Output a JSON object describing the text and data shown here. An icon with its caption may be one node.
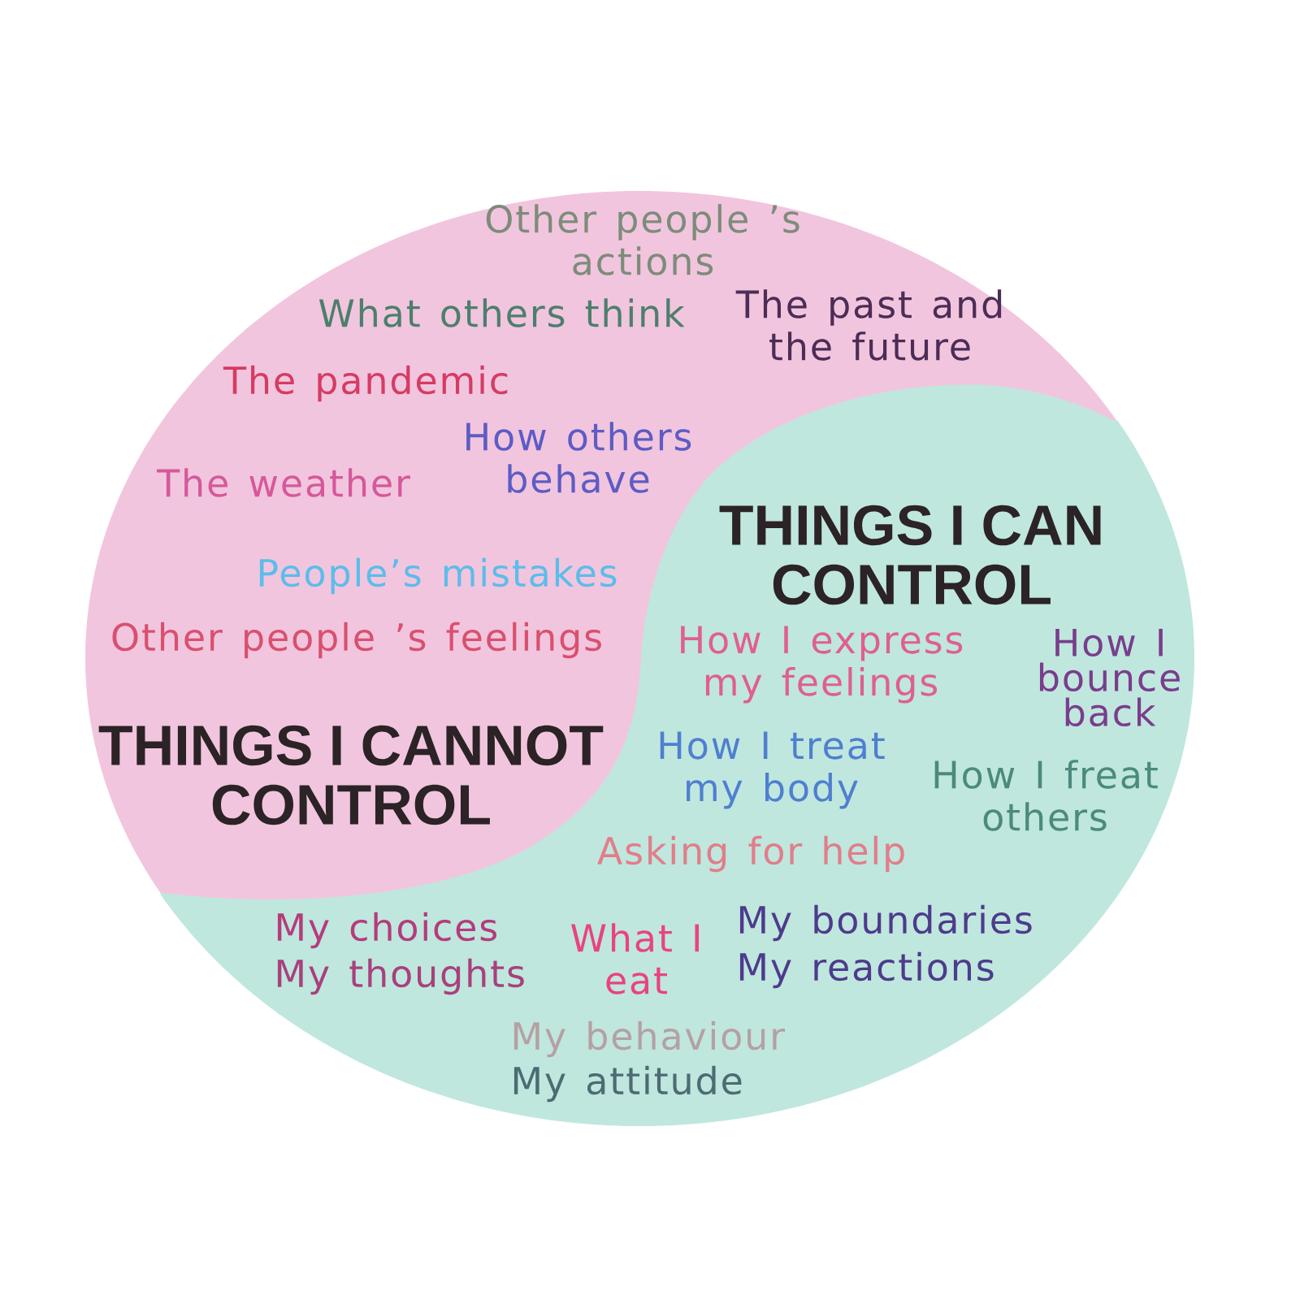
{
  "diagram": {
    "nodes": [
      {
        "text": [
          "THINGS I CANNOT CONTROL",
          "Other people ’s actions",
          "What others think",
          "The past and the future",
          "The pandemic",
          "The weather",
          "How others behave",
          "People’s mistakes",
          "Other people ’s feelings"
        ]
      },
      {
        "text": [
          "THINGS I CAN CONTROL",
          "How I express my feelings",
          "How I bounce back",
          "How I treat my body",
          "How I freat others",
          "Asking for help",
          "My choices",
          "What I eat",
          "My boundaries",
          "My thoughts",
          "My reactions",
          "My behaviour",
          "My attitude"
        ]
      }
    ]
  }
}
